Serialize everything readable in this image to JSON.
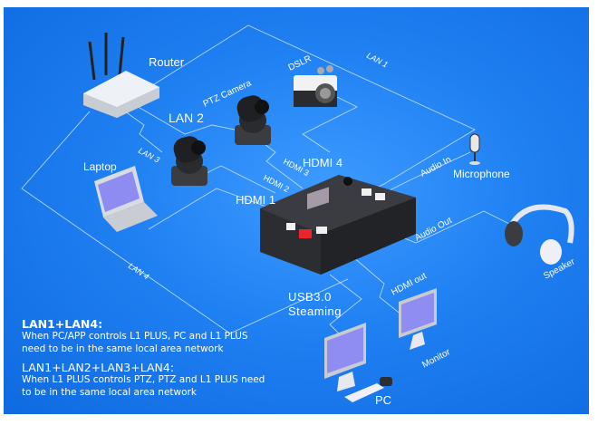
{
  "labels": {
    "router": "Router",
    "ptz_camera": "PTZ Camera",
    "dslr": "DSLR",
    "lan1": "LAN 1",
    "lan2": "LAN 2",
    "lan3": "LAN 3",
    "lan4": "LAN 4",
    "laptop": "Laptop",
    "hdmi1": "HDMI 1",
    "hdmi2": "HDMI 2",
    "hdmi3": "HDMI 3",
    "hdmi4": "HDMI 4",
    "audio_in": "Audio In",
    "microphone": "Microphone",
    "audio_out": "Audio Out",
    "speaker": "Speaker",
    "hdmi_out": "HDMI out",
    "monitor": "Monitor",
    "usb_line1": "USB3.0",
    "usb_line2": "Steaming",
    "pc": "PC"
  },
  "notes": [
    {
      "heading": "LAN1+LAN4:",
      "line1": "When PC/APP controls L1 PLUS, PC and L1 PLUS",
      "line2": "need to be in the same local area network"
    },
    {
      "heading": "LAN1+LAN2+LAN3+LAN4:",
      "line1": "When L1 PLUS controls PTZ, PTZ and L1 PLUS need",
      "line2": "to be in the same local area network"
    }
  ],
  "colors": {
    "background": "#1f80f2",
    "device_body": "#2b2d31",
    "red_button": "#e8262b"
  }
}
